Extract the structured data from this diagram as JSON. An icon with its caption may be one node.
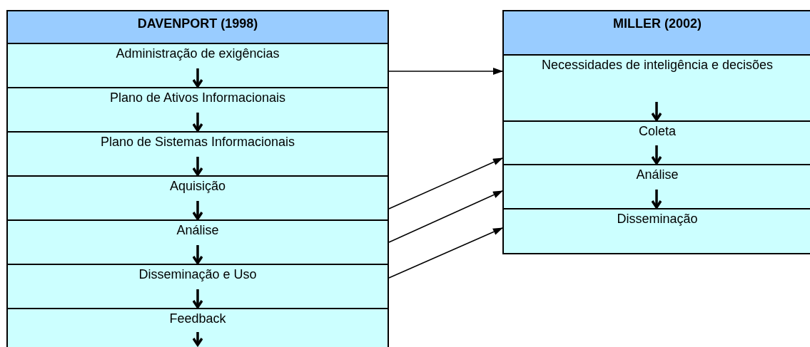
{
  "diagram": {
    "nodes": [
      {
        "text": [
          "DAVENPORT (1998)"
        ]
      },
      {
        "text": [
          "Administração de exigências"
        ],
        "in": 0
      },
      {
        "text": [
          "Plano de Ativos Informacionais"
        ],
        "in": 0
      },
      {
        "text": [
          "Plano de Sistemas Informacionais"
        ],
        "in": 0
      },
      {
        "text": [
          "Aquisição"
        ],
        "in": 0
      },
      {
        "text": [
          "Análise"
        ],
        "in": 0
      },
      {
        "text": [
          "Disseminação e Uso"
        ],
        "in": 0
      },
      {
        "text": [
          "Feedback"
        ],
        "in": 0
      },
      {
        "text": [
          "MILLER (2002)"
        ]
      },
      {
        "text": [
          "Necessidades de inteligência e decisões"
        ],
        "in": 8
      },
      {
        "text": [
          "Coleta"
        ],
        "in": 8
      },
      {
        "text": [
          "Análise"
        ],
        "in": 8
      },
      {
        "text": [
          "Disseminação"
        ],
        "in": 8
      }
    ],
    "edges": [
      {
        "from": 1,
        "to": 2,
        "arrow": "to"
      },
      {
        "from": 2,
        "to": 3,
        "arrow": "to"
      },
      {
        "from": 3,
        "to": 4,
        "arrow": "to"
      },
      {
        "from": 4,
        "to": 5,
        "arrow": "to"
      },
      {
        "from": 5,
        "to": 6,
        "arrow": "to"
      },
      {
        "from": 6,
        "to": 7,
        "arrow": "to"
      },
      {
        "from": 9,
        "to": 10,
        "arrow": "to"
      },
      {
        "from": 10,
        "to": 11,
        "arrow": "to"
      },
      {
        "from": 11,
        "to": 12,
        "arrow": "to"
      },
      {
        "from": 1,
        "to": 9,
        "arrow": "to"
      },
      {
        "from": 4,
        "to": 10,
        "arrow": "to"
      },
      {
        "from": 5,
        "to": 11,
        "arrow": "to"
      },
      {
        "from": 6,
        "to": 12,
        "arrow": "to"
      }
    ]
  }
}
